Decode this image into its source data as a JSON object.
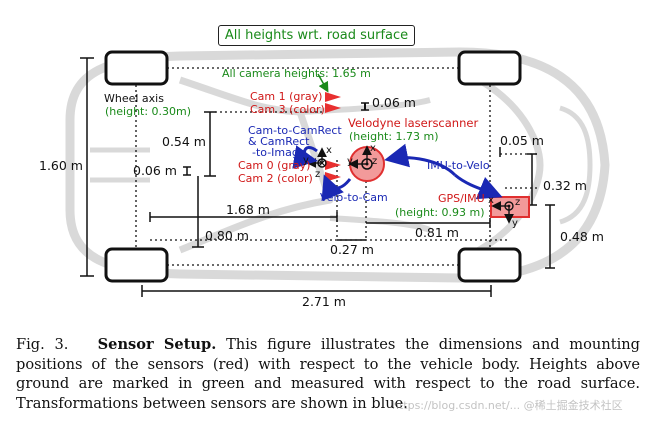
{
  "banner": "All heights wrt. road surface",
  "heights": {
    "cameras": "All camera heights: 1.65 m",
    "wheel_axis": "Wheel axis",
    "wheel_axis_height": "(height: 0.30m)",
    "velodyne_height": "(height: 1.73 m)",
    "gps_height": "(height: 0.93 m)"
  },
  "sensors": {
    "cam1": "Cam 1 (gray)",
    "cam3": "Cam 3 (color)",
    "cam0": "Cam 0 (gray)",
    "cam2": "Cam 2 (color)",
    "velodyne": "Velodyne laserscanner",
    "gps": "GPS/IMU"
  },
  "transforms": {
    "cam_to_camrect": "Cam-to-CamRect",
    "camrect_to_image_1": "& CamRect",
    "camrect_to_image_2": "-to-Image",
    "velo_to_cam": "Velo-to-Cam",
    "imu_to_velo": "IMU-to-Velo"
  },
  "dimensions": {
    "cam_offset": "0.06 m",
    "cam_vertical": "0.06 m",
    "width": "1.60 m",
    "cam_from_axle": "0.54 m",
    "front_to_velo": "1.68 m",
    "side_to_cam": "0.80 m",
    "cam_to_velo": "0.27 m",
    "velo_to_axle": "0.81 m",
    "imu_lateral": "0.05 m",
    "imu_to_velo_y": "0.32 m",
    "imu_side": "0.48 m",
    "wheelbase": "2.71 m"
  },
  "axis_labels": {
    "x": "x",
    "y": "y",
    "z": "z"
  },
  "caption": {
    "fig": "Fig. 3.",
    "title": "Sensor Setup.",
    "body": "This figure illustrates the dimensions and mounting positions of the sensors (red) with respect to the vehicle body. Heights above ground are marked in green and measured with respect to the road surface. Transformations between sensors are shown in blue."
  },
  "watermark": "https://blog.csdn.net/...  @稀土掘金技术社区",
  "colors": {
    "sensor": "#e83030",
    "height": "#1a8a1a",
    "transform": "#1a28b4",
    "car": "#d9d9d9"
  }
}
